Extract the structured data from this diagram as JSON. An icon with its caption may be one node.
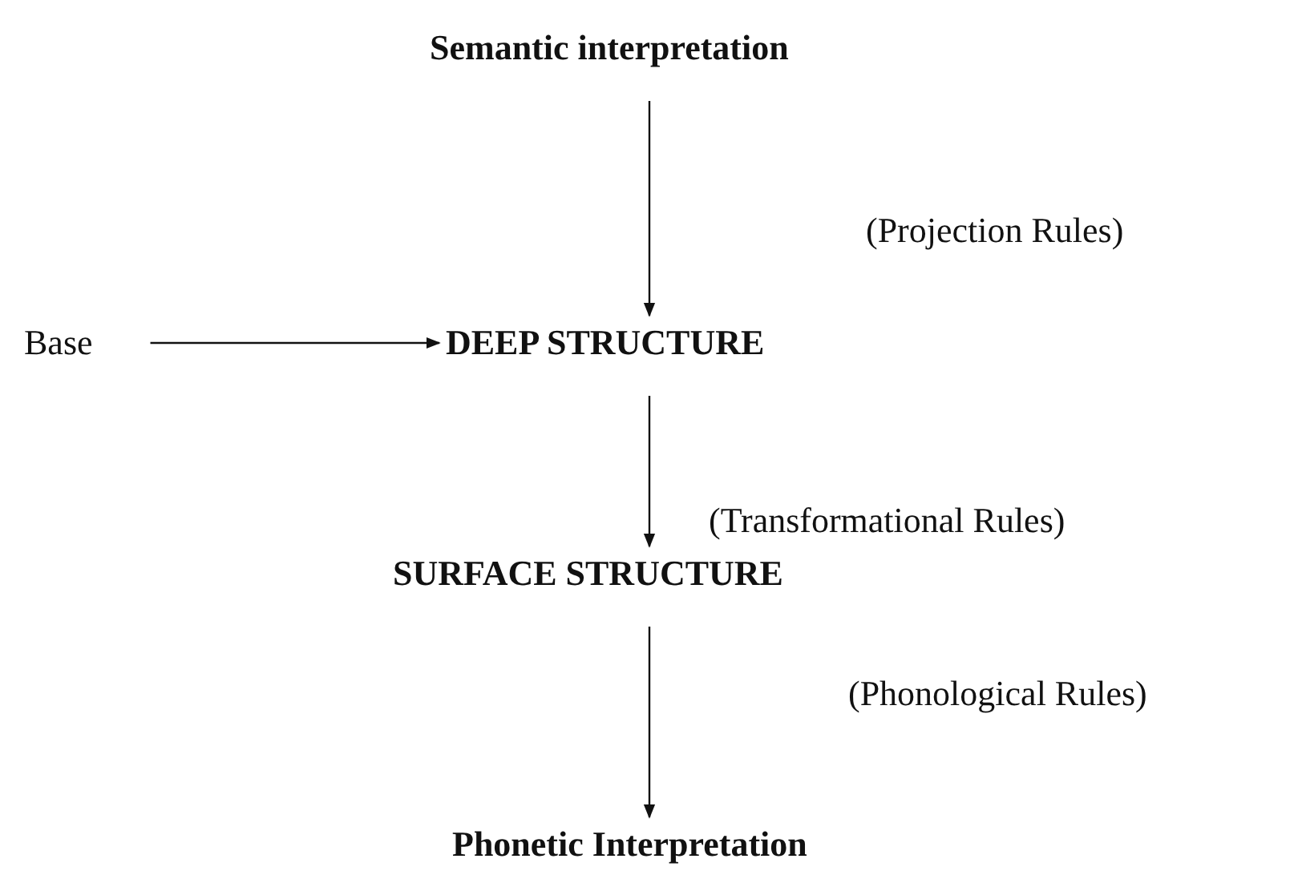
{
  "diagram": {
    "nodes": [
      {
        "text": [
          "Semantic interpretation"
        ]
      },
      {
        "text": [
          "Base"
        ]
      },
      {
        "text": [
          "DEEP STRUCTURE"
        ]
      },
      {
        "text": [
          "SURFACE STRUCTURE"
        ]
      },
      {
        "text": [
          "Phonetic Interpretation"
        ]
      }
    ],
    "edges": [
      {
        "from": 0,
        "to": 2,
        "arrow": "to"
      },
      {
        "from": 1,
        "to": 2,
        "arrow": "to"
      },
      {
        "from": 2,
        "to": 3,
        "arrow": "to"
      },
      {
        "from": 3,
        "to": 4,
        "arrow": "to"
      }
    ],
    "labels": [
      "(Projection Rules)",
      "(Transformational Rules)",
      "(Phonological Rules)"
    ]
  }
}
